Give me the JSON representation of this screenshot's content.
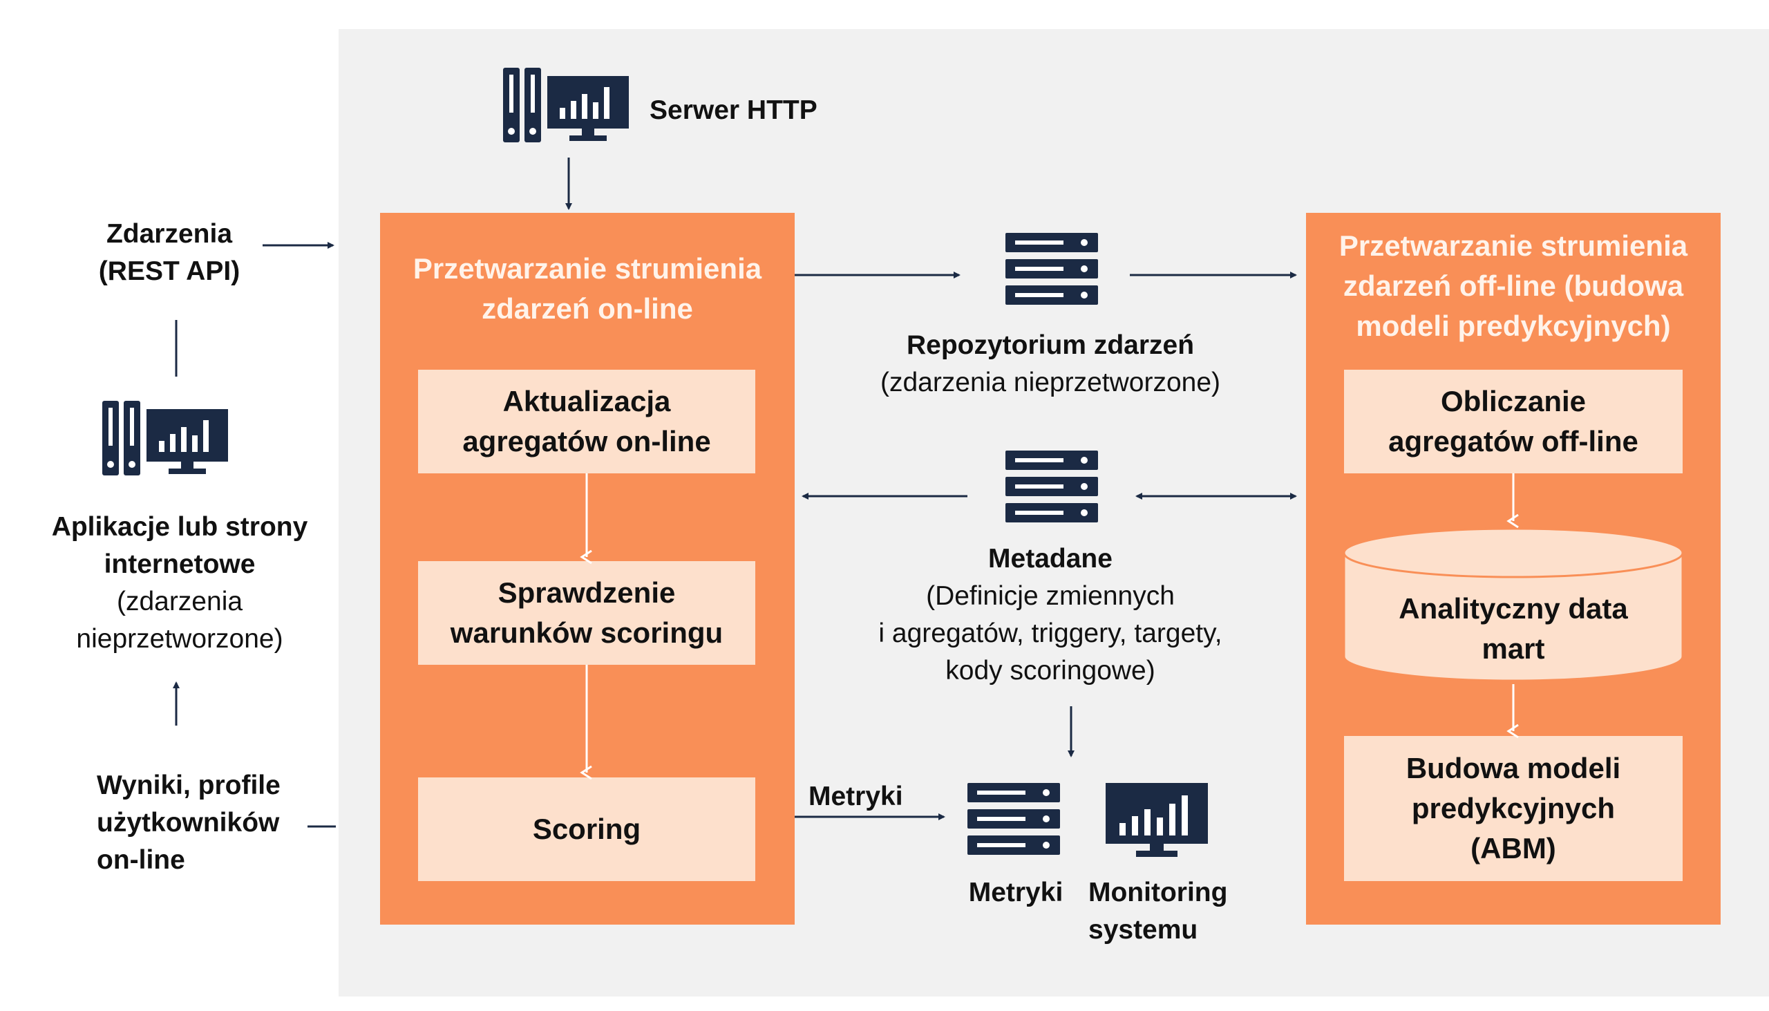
{
  "colors": {
    "orange": "#f98f57",
    "light": "#fde0cc",
    "navy": "#1b2a44",
    "panel": "#f1f1f1"
  },
  "left": {
    "events_line1": "Zdarzenia",
    "events_line2": "(REST API)",
    "apps_line1": "Aplikacje lub strony",
    "apps_line2": "internetowe",
    "apps_line3": "(zdarzenia",
    "apps_line4": "nieprzetworzone)",
    "results_line1": "Wyniki, profile",
    "results_line2": "użytkowników",
    "results_line3": "on-line"
  },
  "http_server": {
    "label": "Serwer HTTP",
    "icon": "server-monitor-icon"
  },
  "online_box": {
    "title_line1": "Przetwarzanie strumienia",
    "title_line2": "zdarzeń on-line",
    "step1_line1": "Aktualizacja",
    "step1_line2": "agregatów on-line",
    "step2_line1": "Sprawdzenie",
    "step2_line2": "warunków scoringu",
    "step3": "Scoring"
  },
  "repository": {
    "title": "Repozytorium zdarzeń",
    "subtitle": "(zdarzenia nieprzetworzone)",
    "icon": "server-rack-icon"
  },
  "metadata": {
    "title": "Metadane",
    "line1": "(Definicje zmiennych",
    "line2": "i agregatów, triggery, targety,",
    "line3": "kody scoringowe)",
    "icon": "server-rack-icon"
  },
  "metrics": {
    "arrow_label": "Metryki",
    "server_label": "Metryki",
    "monitor_line1": "Monitoring",
    "monitor_line2": "systemu"
  },
  "offline_box": {
    "title_line1": "Przetwarzanie strumienia",
    "title_line2": "zdarzeń off-line (budowa",
    "title_line3": "modeli predykcyjnych)",
    "step1_line1": "Obliczanie",
    "step1_line2": "agregatów off-line",
    "datamart_line1": "Analityczny data",
    "datamart_line2": "mart",
    "step3_line1": "Budowa modeli",
    "step3_line2": "predykcyjnych",
    "step3_line3": "(ABM)"
  }
}
